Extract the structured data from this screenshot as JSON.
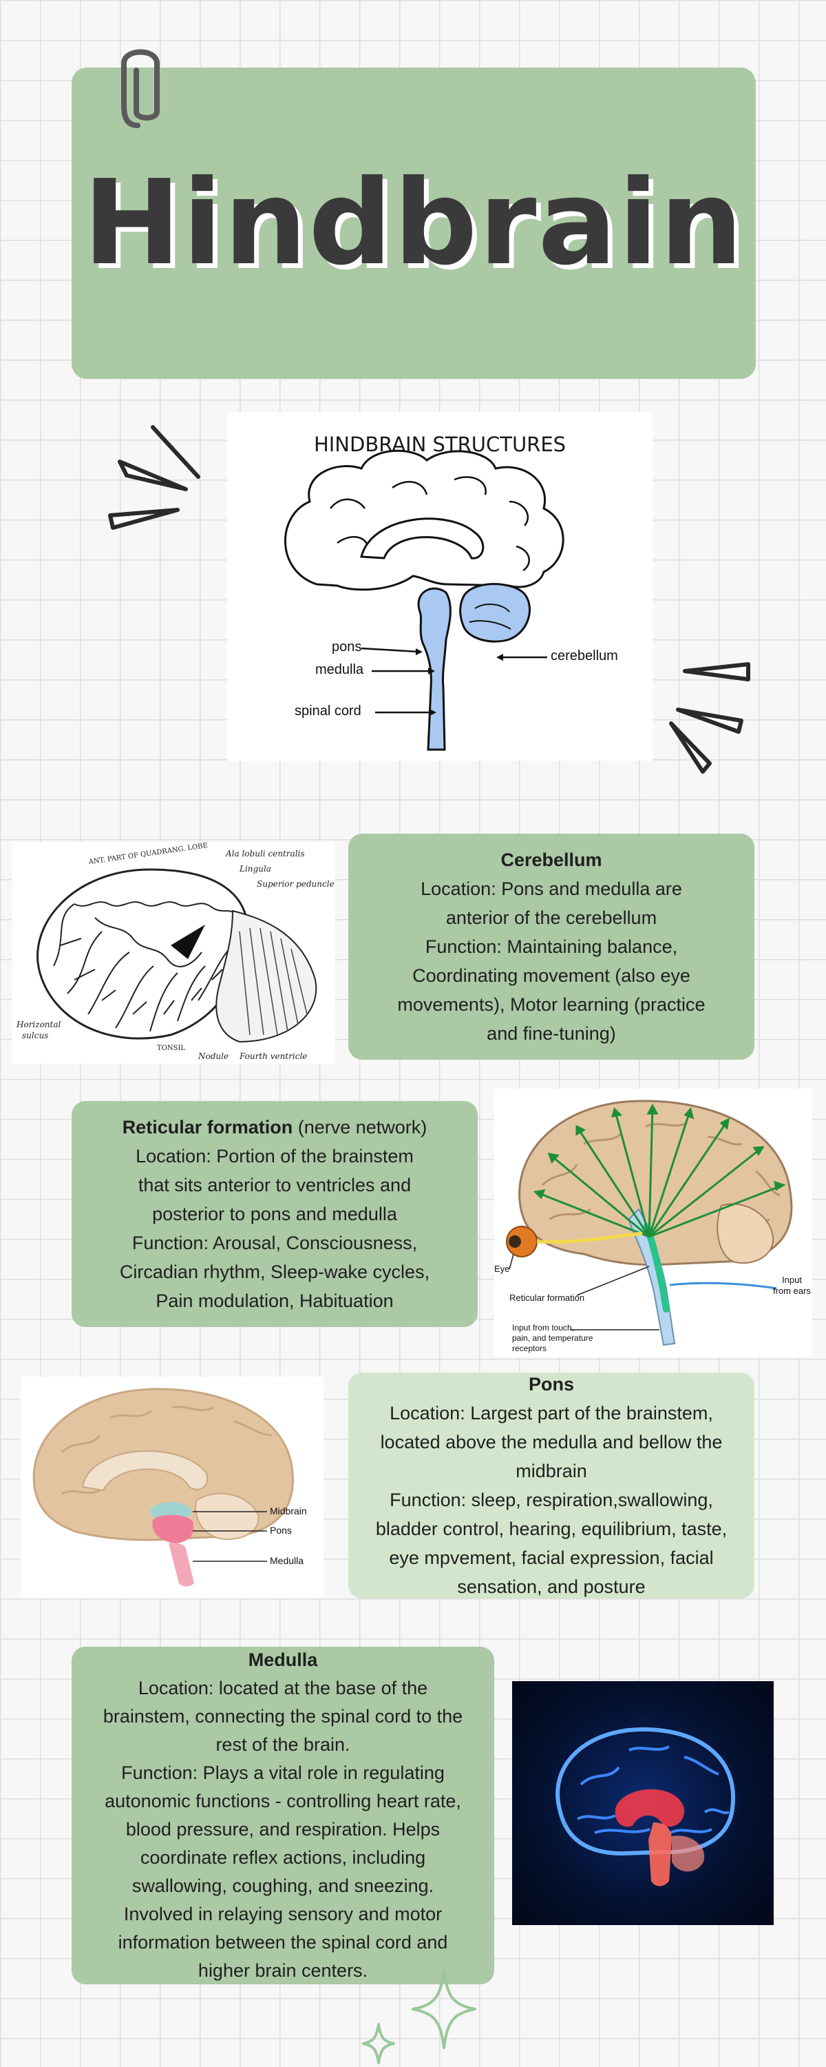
{
  "title": "Hindbrain",
  "diagram": {
    "heading": "HINDBRAIN STRUCTURES",
    "labels": {
      "pons": "pons",
      "medulla": "medulla",
      "spinal_cord": "spinal cord",
      "cerebellum": "cerebellum"
    }
  },
  "cerebellum_card": {
    "heading": "Cerebellum",
    "lines": [
      "Location: Pons and medulla are",
      "anterior of the cerebellum",
      "Function: Maintaining balance,",
      "Coordinating movement (also eye",
      "movements), Motor learning (practice",
      "and fine-tuning)"
    ]
  },
  "cerebellum_drawing_labels": {
    "top1": "Ala lobuli centralis",
    "top2": "Lingula",
    "top3": "Superior peduncle",
    "arc": "ANT. PART OF QUADRANG. LOBE",
    "left1": "Horizontal",
    "left2": "sulcus",
    "bottom1": "TONSIL",
    "bottom2": "Nodule",
    "bottom3": "Fourth ventricle"
  },
  "reticular_card": {
    "heading": "Reticular formation",
    "heading_suffix": " (nerve network)",
    "lines": [
      "Location: Portion of the brainstem",
      "that sits anterior to ventricles and",
      "posterior to pons and medulla",
      "Function: Arousal, Consciousness,",
      "Circadian rhythm, Sleep-wake cycles,",
      "Pain modulation, Habituation"
    ]
  },
  "reticular_image_labels": {
    "eye": "Eye",
    "reticular": "Reticular formation",
    "input_ears1": "Input",
    "input_ears2": "from ears",
    "touch1": "Input from touch,",
    "touch2": "pain, and temperature",
    "touch3": "receptors"
  },
  "pons_card": {
    "heading": "Pons",
    "lines": [
      "Location: Largest part of the brainstem,",
      "located above the medulla and bellow the",
      "midbrain",
      "Function: sleep, respiration,swallowing,",
      "bladder control, hearing, equilibrium, taste,",
      "eye mpvement, facial expression, facial",
      "sensation, and posture"
    ]
  },
  "pons_image_labels": {
    "midbrain": "Midbrain",
    "pons": "Pons",
    "medulla": "Medulla"
  },
  "medulla_card": {
    "heading": "Medulla",
    "lines": [
      "Location: located at the base of the",
      "brainstem, connecting the spinal cord to the",
      "rest of the brain.",
      "Function: Plays a vital role in regulating",
      "autonomic functions - controlling heart rate,",
      "blood pressure, and respiration. Helps",
      "coordinate reflex actions, including",
      "swallowing, coughing, and sneezing.",
      "Involved in relaying sensory and motor",
      "information between the spinal cord and",
      "higher brain centers."
    ]
  },
  "colors": {
    "card_dark": "#abc9a5",
    "card_light": "#d3e6cd",
    "brain_blue": "#a9c9f2",
    "brain_tan": "#e3c4a1",
    "glow_blue": "#2c6bff",
    "glow_red": "#ff3d4a"
  }
}
